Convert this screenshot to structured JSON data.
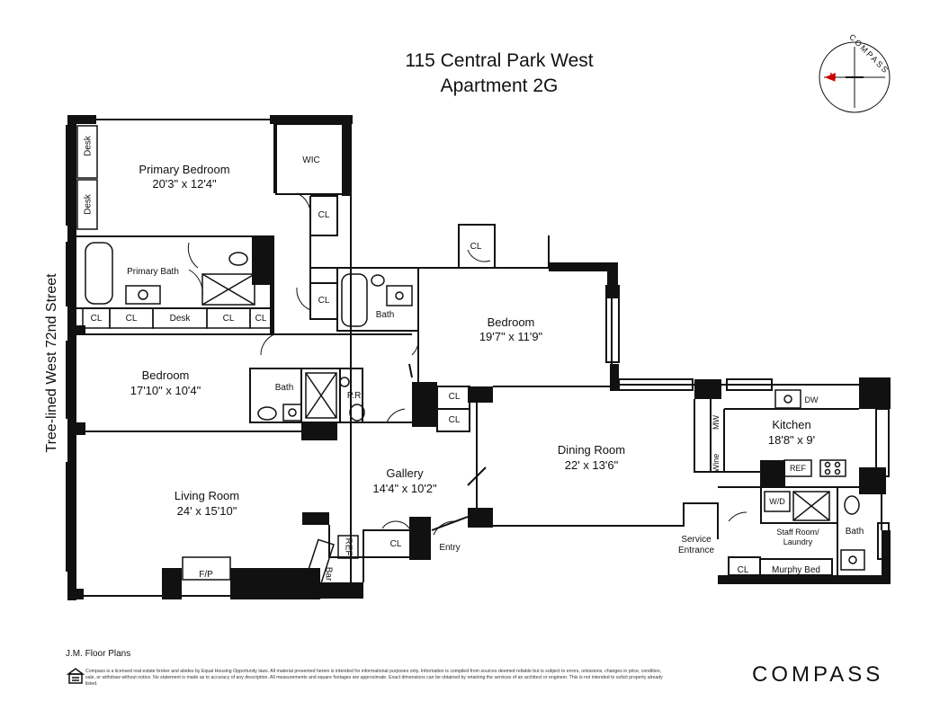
{
  "header": {
    "address": "115 Central Park West",
    "unit": "Apartment 2G"
  },
  "compass_rose": {
    "word": "COMPASS",
    "north_letter": "N"
  },
  "street_label": "Tree-lined West 72nd Street",
  "rooms": {
    "primary_bedroom": {
      "name": "Primary Bedroom",
      "dims": "20'3\" x 12'4\""
    },
    "bedroom_2": {
      "name": "Bedroom",
      "dims": "19'7\" x 11'9\""
    },
    "bedroom_3": {
      "name": "Bedroom",
      "dims": "17'10\" x 10'4\""
    },
    "living_room": {
      "name": "Living Room",
      "dims": "24' x 15'10\""
    },
    "gallery": {
      "name": "Gallery",
      "dims": "14'4\" x 10'2\""
    },
    "dining_room": {
      "name": "Dining Room",
      "dims": "22' x 13'6\""
    },
    "kitchen": {
      "name": "Kitchen",
      "dims": "18'8\" x 9'"
    }
  },
  "labels": {
    "desk": "Desk",
    "wic": "WIC",
    "cl": "CL",
    "primary_bath": "Primary Bath",
    "bath": "Bath",
    "pr": "P.R.",
    "fp": "F/P",
    "ref": "REF",
    "bar": "Bar",
    "entry": "Entry",
    "service_entrance": "Service\nEntrance",
    "staff_room": "Staff Room/\nLaundry",
    "murphy_bed": "Murphy Bed",
    "wd": "W/D",
    "dw": "DW",
    "mw": "MW",
    "wine": "Wine"
  },
  "footer": {
    "credit": "J.M. Floor Plans",
    "disclaimer": "Compass is a licensed real estate broker and abides by Equal Housing Opportunity laws. All material presented herein is intended for informational purposes only. Information is compiled from sources deemed reliable but is subject to errors, omissions, changes in price, condition, sale, or withdraw without notice. No statement is made as to accuracy of any description. All measurements and square footages are approximate. Exact dimensions can be obtained by retaining the services of an architect or engineer. This is not intended to solicit property already listed.",
    "brand": "COMPASS"
  }
}
